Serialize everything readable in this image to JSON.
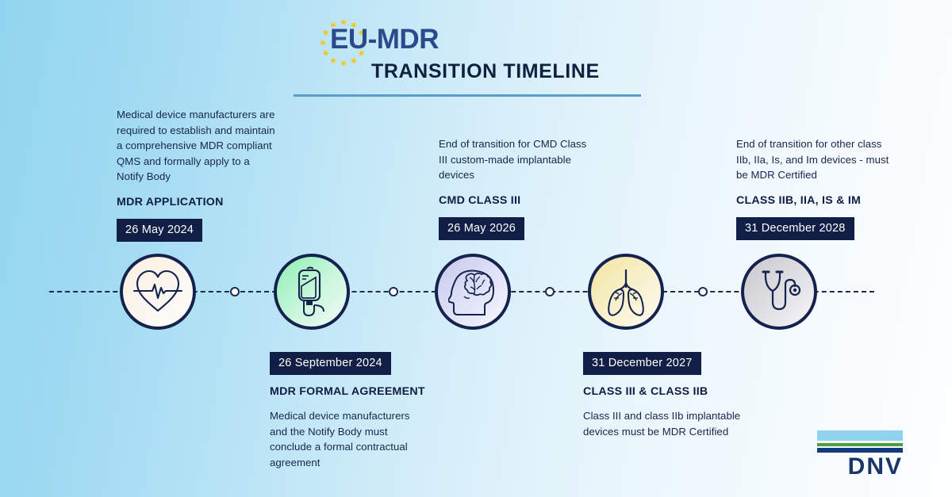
{
  "header": {
    "brand": "EU-MDR",
    "subtitle": "TRANSITION TIMELINE",
    "stars_icon": "eu-stars-icon",
    "brand_color": "#2a4a8c",
    "subtitle_color": "#10203f",
    "rule_color": "#5b9dc8",
    "star_color": "#f5c517"
  },
  "theme": {
    "background_left": "#92d5f0",
    "background_right": "#fdfeff",
    "badge_bg": "#111f47",
    "badge_text": "#ffffff",
    "ring_color": "#14224d",
    "axis_color": "#1b2a54",
    "body_text": "#16254c"
  },
  "milestones": [
    {
      "position": "above",
      "icon": "heart-ecg-icon",
      "description": "Medical device manufacturers are required to establish and maintain a comprehensive MDR compliant QMS and formally apply to a Notify Body",
      "headline": "MDR APPLICATION",
      "date": "26 May 2024"
    },
    {
      "position": "below",
      "icon": "iv-drip-icon",
      "date": "26 September 2024",
      "headline": "MDR FORMAL AGREEMENT",
      "description": "Medical device manufacturers and the Notify Body must conclude a formal contractual agreement"
    },
    {
      "position": "above",
      "icon": "head-brain-icon",
      "description": "End of transition for CMD Class III custom-made implantable devices",
      "headline": "CMD CLASS III",
      "date": "26 May 2026"
    },
    {
      "position": "below",
      "icon": "lungs-icon",
      "date": "31 December 2027",
      "headline": "CLASS III & CLASS IIB",
      "description": "Class III and class IIb implantable devices must be MDR Certified"
    },
    {
      "position": "above",
      "icon": "stethoscope-icon",
      "description": "End of transition for other class IIb, IIa, Is, and Im devices - must be MDR Certified",
      "headline": "CLASS IIB, IIA, IS & IM",
      "date": "31 December 2028"
    }
  ],
  "logo": {
    "text": "DNV",
    "bar_light": "#8fd3ef",
    "bar_green": "#4aa03c",
    "bar_dark": "#123a7e"
  }
}
